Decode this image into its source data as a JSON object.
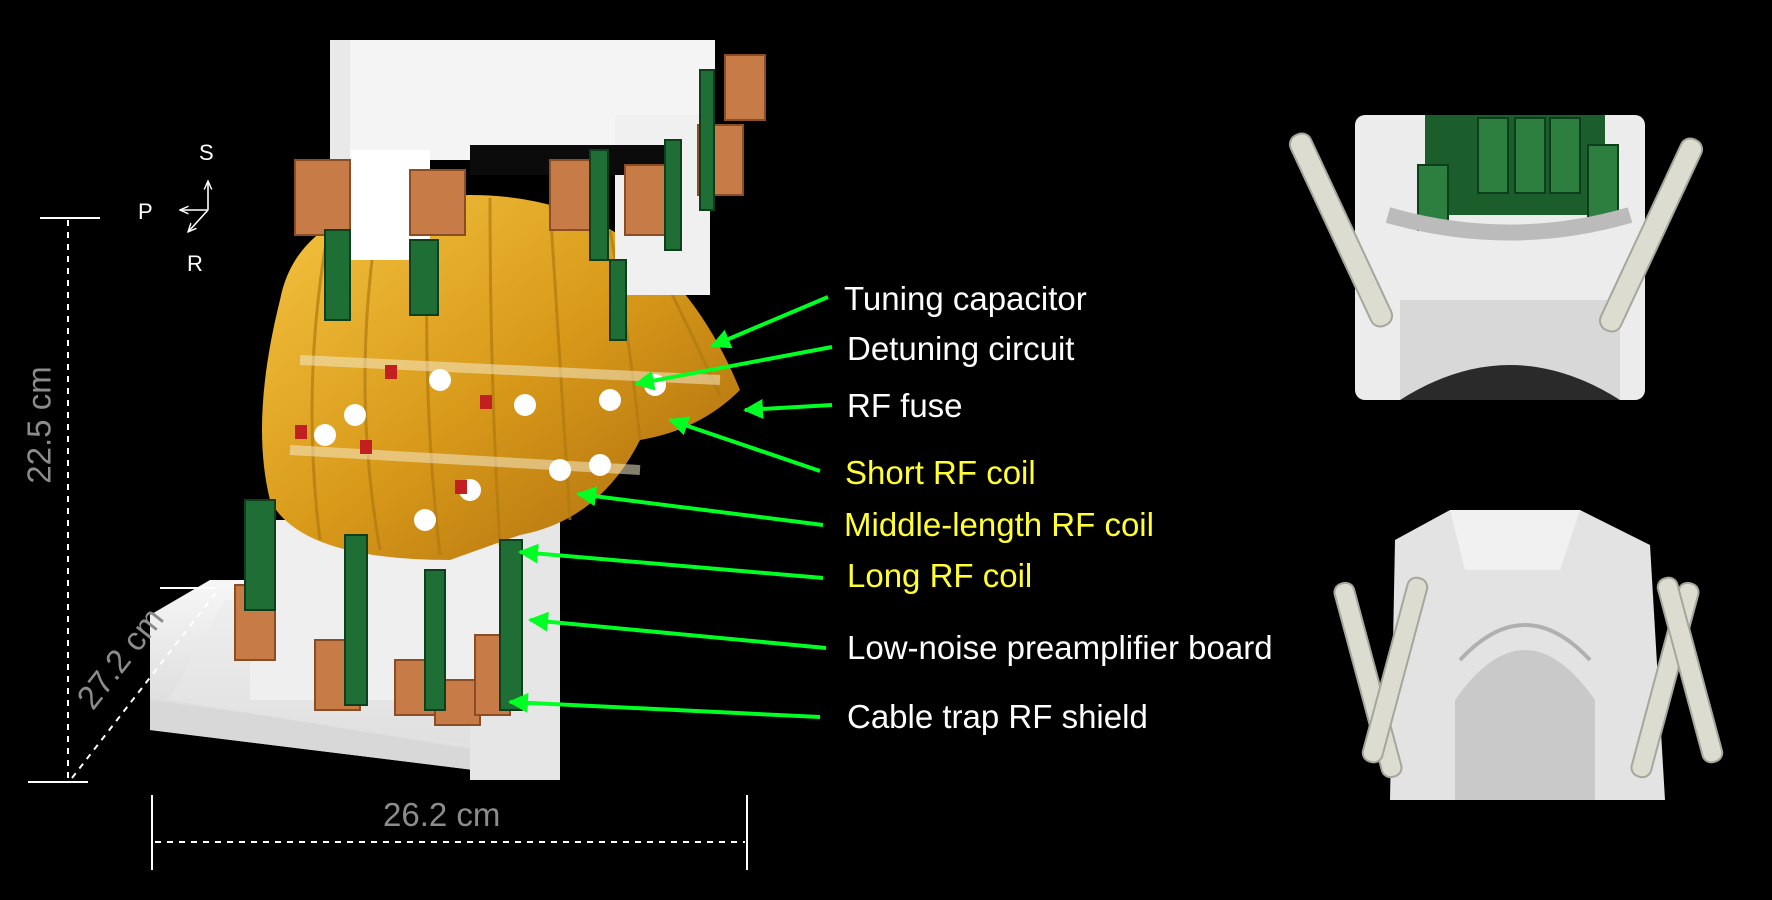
{
  "orientation": {
    "s": "S",
    "p": "P",
    "r": "R"
  },
  "dimensions": {
    "height": "22.5 cm",
    "depth": "27.2 cm",
    "width": "26.2 cm"
  },
  "labels": [
    {
      "text": "Tuning capacitor",
      "color": "white"
    },
    {
      "text": "Detuning circuit",
      "color": "white"
    },
    {
      "text": "RF fuse",
      "color": "white"
    },
    {
      "text": "Short RF coil",
      "color": "yellow"
    },
    {
      "text": "Middle-length RF coil",
      "color": "yellow"
    },
    {
      "text": "Long RF coil",
      "color": "yellow"
    },
    {
      "text": "Low-noise preamplifier board",
      "color": "white"
    },
    {
      "text": "Cable trap RF shield",
      "color": "white"
    }
  ],
  "colors": {
    "background": "#000000",
    "arrow": "#00ff22",
    "highlight_label": "#ffff33",
    "dimension": "#8c8c8c"
  }
}
